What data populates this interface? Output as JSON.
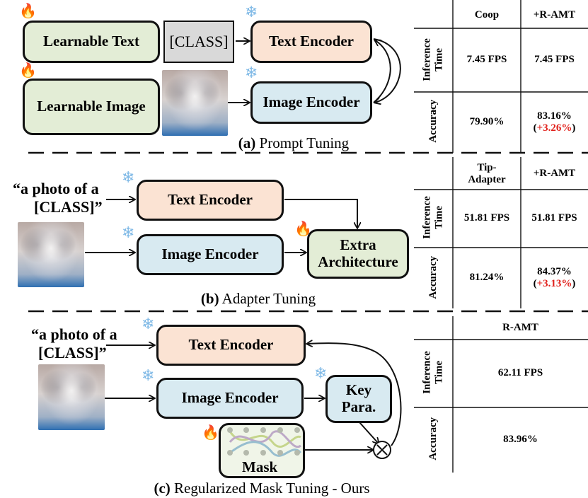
{
  "panel_a": {
    "learnable_text": "Learnable Text",
    "class_token": "[CLASS]",
    "text_encoder": "Text  Encoder",
    "learnable_image": "Learnable Image",
    "image_encoder": "Image Encoder",
    "caption_letter": "(a)",
    "caption_text": " Prompt Tuning"
  },
  "panel_b": {
    "prompt_line1": "“a photo of a",
    "prompt_line2": "[CLASS]”",
    "text_encoder": "Text  Encoder",
    "image_encoder": "Image Encoder",
    "extra_line1": "Extra",
    "extra_line2": "Architecture",
    "caption_letter": "(b)",
    "caption_text": " Adapter Tuning"
  },
  "panel_c": {
    "prompt_line1": "“a photo of a",
    "prompt_line2": "[CLASS]”",
    "text_encoder": "Text  Encoder",
    "image_encoder": "Image Encoder",
    "key_line1": "Key",
    "key_line2": "Para.",
    "mask": "Mask",
    "multiply": "⊗",
    "caption_letter": "(c)",
    "caption_text": " Regularized Mask Tuning - Ours"
  },
  "icons": {
    "frozen": "snowflake-icon",
    "trainable": "flame-icon"
  },
  "table_a": {
    "col1": "Coop",
    "col2": "+R-AMT",
    "row1_label": "Inference Time",
    "row1_label_l1": "Inference",
    "row1_label_l2": "Time",
    "row1_v1": "7.45 FPS",
    "row1_v2": "7.45 FPS",
    "row2_label": "Accuracy",
    "row2_v1": "79.90%",
    "row2_v2": "83.16%",
    "row2_delta": "+3.26%"
  },
  "table_b": {
    "col1_l1": "Tip-",
    "col1_l2": "Adapter",
    "col2": "+R-AMT",
    "row1_label_l1": "Inference",
    "row1_label_l2": "Time",
    "row1_v1": "51.81 FPS",
    "row1_v2": "51.81 FPS",
    "row2_label": "Accuracy",
    "row2_v1": "81.24%",
    "row2_v2": "84.37%",
    "row2_delta": "+3.13%"
  },
  "table_c": {
    "col1": "R-AMT",
    "row1_label_l1": "Inference",
    "row1_label_l2": "Time",
    "row1_v1": "62.11 FPS",
    "row2_label": "Accuracy",
    "row2_v1": "83.96%"
  },
  "colors": {
    "learnable": "#e3edd6",
    "text_encoder": "#fbe3d3",
    "image_encoder": "#d8eaf1",
    "class_token": "#d9d9d9",
    "delta": "#e0201b",
    "snowflake": "#7fb9e6",
    "flame": "#f07a1a"
  }
}
